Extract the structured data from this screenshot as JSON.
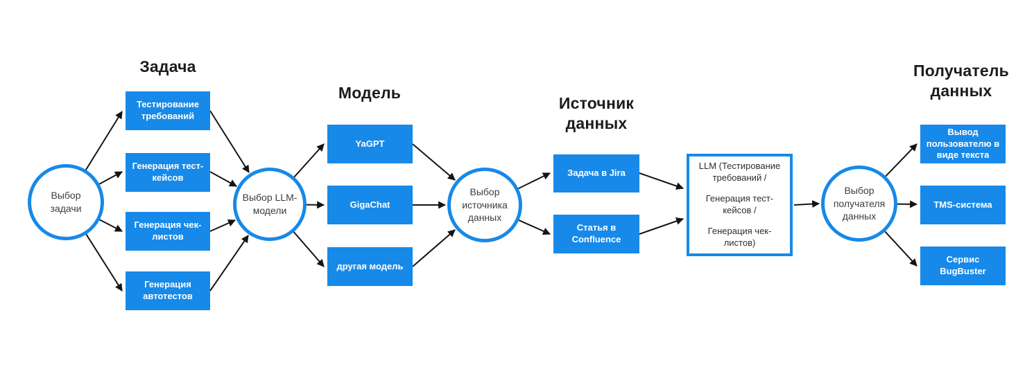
{
  "colors": {
    "accent": "#1789E8",
    "arrow": "#141414",
    "box_text": "#FFFFFF",
    "node_text": "#3D3D3D",
    "header_text": "#1C1C1C",
    "background": "#FFFFFF"
  },
  "stages": [
    {
      "title": "Задача",
      "selector": "Выбор задачи",
      "options": [
        "Тестирование требований",
        "Генерация тест-кейсов",
        "Генерация чек-листов",
        "Генерация автотестов"
      ]
    },
    {
      "title": "Модель",
      "selector": "Выбор LLM-модели",
      "options": [
        "YaGPT",
        "GigaChat",
        "другая модель"
      ]
    },
    {
      "title": "Источник данных",
      "selector": "Выбор источника данных",
      "options": [
        "Задача в Jira",
        "Статья в Confluence"
      ]
    },
    {
      "title": "Получатель данных",
      "selector": "Выбор получателя данных",
      "options": [
        "Вывод пользователю в виде текста",
        "TMS-система",
        "Сервис BugBuster"
      ]
    }
  ],
  "processor": {
    "lines": [
      "LLM (Тестирование требований /",
      "Генерация тест-кейсов /",
      "Генерация чек-листов)"
    ]
  }
}
